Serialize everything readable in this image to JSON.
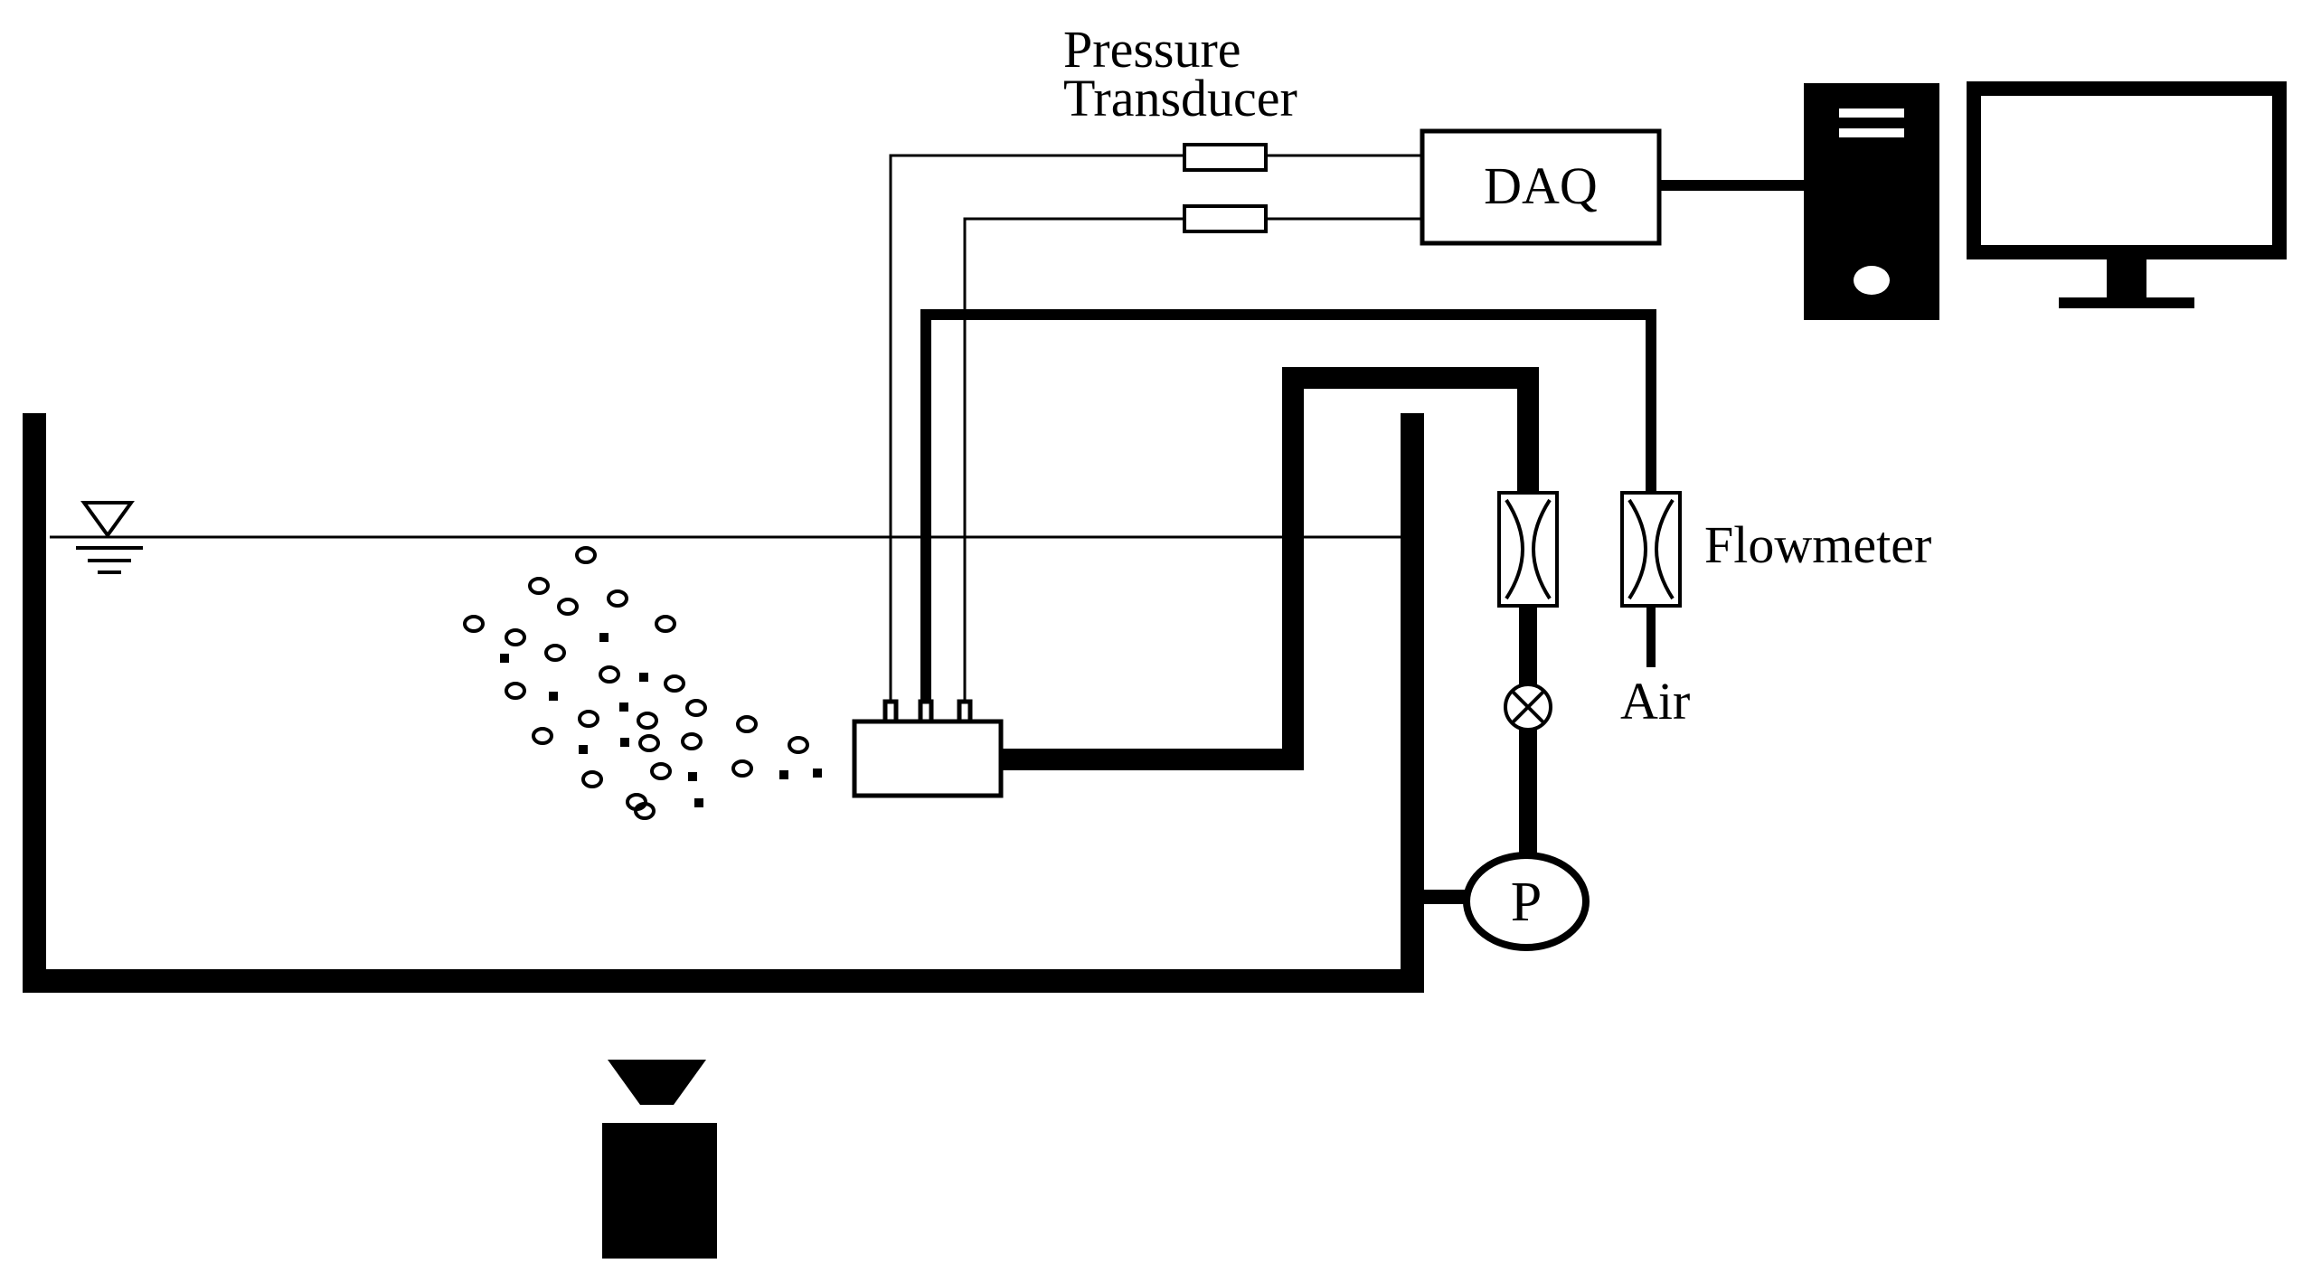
{
  "labels": {
    "pressure_line1": "Pressure",
    "pressure_line2": "Transducer",
    "daq": "DAQ",
    "flowmeter": "Flowmeter",
    "air": "Air",
    "pump": "P"
  },
  "colors": {
    "stroke": "#000000",
    "background": "#ffffff"
  },
  "icons": [
    "water-level-symbol",
    "computer-tower-icon",
    "monitor-icon",
    "camera-icon",
    "valve-icon",
    "pump-icon",
    "flowmeter-icon",
    "pressure-transducer-icon"
  ]
}
